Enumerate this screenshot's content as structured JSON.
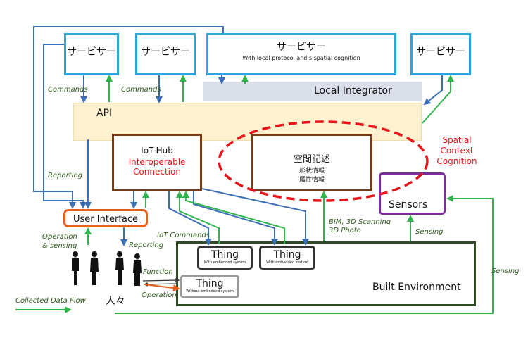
{
  "services": [
    {
      "label": "サービサー",
      "sub": ""
    },
    {
      "label": "サービサー",
      "sub": ""
    },
    {
      "label": "サービサー",
      "sub": "With local protocol and  s spatial cognition"
    },
    {
      "label": "サービサー",
      "sub": ""
    }
  ],
  "local_integrator": "Local Integrator",
  "api": "API",
  "iot_hub": {
    "title": "IoT-Hub",
    "line1": "Interoperable",
    "line2": "Connection"
  },
  "spatial_record": {
    "title": "空間記述",
    "line1": "形状情報",
    "line2": "属性情報"
  },
  "spatial_context": {
    "line1": "Spatial",
    "line2": "Context",
    "line3": "Cognition"
  },
  "sensors": "Sensors",
  "user_interface": "User Interface",
  "built_environment": "Built Environment",
  "things": [
    {
      "title": "Thing",
      "sub": "With embedded system"
    },
    {
      "title": "Thing",
      "sub": "With embedded system"
    },
    {
      "title": "Thing",
      "sub": "Without embedded system"
    }
  ],
  "people": "人々",
  "labels": {
    "commands1": "Commands",
    "commands2": "Commands",
    "reporting1": "Reporting",
    "reporting2": "Reporting",
    "operation_sensing1": "Operation",
    "operation_sensing2": "& sensing",
    "iot_commands": "IoT Commands",
    "function": "Function",
    "operation": "Operation",
    "bim1": "BIM, 3D Scanning",
    "bim2": "3D Photo",
    "sensing1": "Sensing",
    "sensing2": "Sensing",
    "collected_data_flow": "Collected Data Flow"
  },
  "colors": {
    "service_border": "#2aa7e0",
    "blue_arrow": "#3b6fb5",
    "green_arrow": "#2fb34a",
    "brown": "#7a3b12",
    "red": "#e8141a",
    "purple": "#7b2e9b",
    "orange": "#e8601c",
    "dark_green": "#2f4b25",
    "api_fill": "#fdf1cf"
  }
}
